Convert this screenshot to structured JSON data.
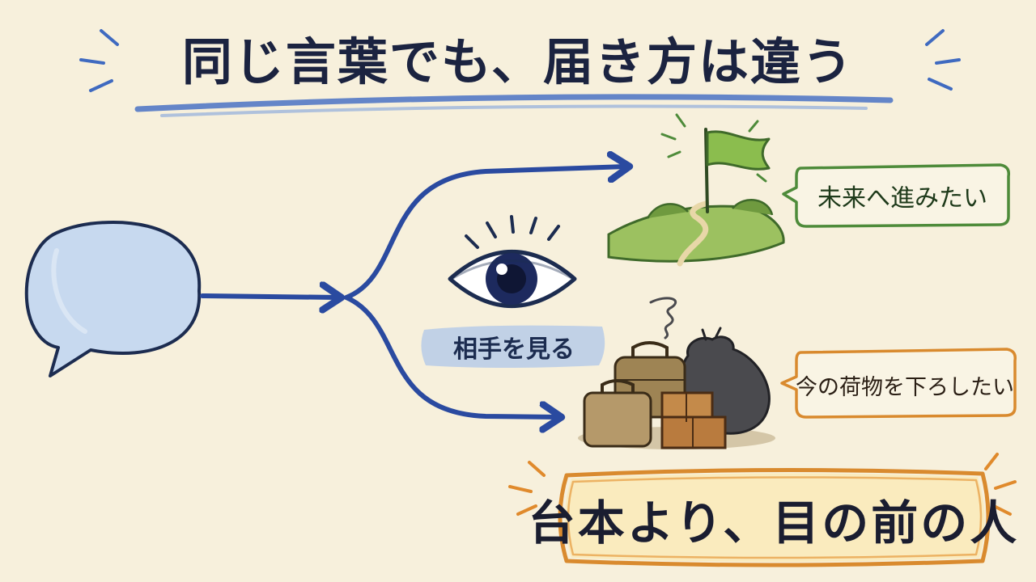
{
  "title": "同じ言葉でも、届き方は違う",
  "branches": {
    "upper": {
      "label": "未来へ進みたい",
      "icon": "flag-on-hill-icon",
      "color": "#4e8b3a"
    },
    "lower": {
      "label": "今の荷物を下ろしたい",
      "icon": "pile-of-luggage-icon",
      "color": "#d98a2e"
    }
  },
  "center": {
    "label": "相手を見る",
    "icon": "eye-icon"
  },
  "message": "台本より、目の前の人",
  "colors": {
    "ink": "#1b2340",
    "arrow": "#2a4aa0",
    "background": "#f7f0dc"
  }
}
